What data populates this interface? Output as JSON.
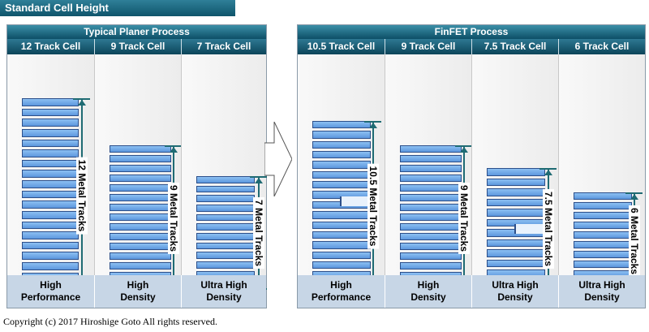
{
  "title": "Standard Cell Height",
  "planar": {
    "header": "Typical Planer Process",
    "columns": [
      {
        "name": "12 Track Cell",
        "dimension_label": "12 Metal Tracks",
        "footer_line1": "High",
        "footer_line2": "Performance"
      },
      {
        "name": "9 Track Cell",
        "dimension_label": "9 Metal Tracks",
        "footer_line1": "High",
        "footer_line2": "Density"
      },
      {
        "name": "7 Track Cell",
        "dimension_label": "7 Metal Tracks",
        "footer_line1": "Ultra High",
        "footer_line2": "Density"
      }
    ]
  },
  "finfet": {
    "header": "FinFET Process",
    "columns": [
      {
        "name": "10.5 Track Cell",
        "dimension_label": "10.5 Metal Tracks",
        "footer_line1": "High",
        "footer_line2": "Performance"
      },
      {
        "name": "9 Track Cell",
        "dimension_label": "9 Metal Tracks",
        "footer_line1": "High",
        "footer_line2": "Density"
      },
      {
        "name": "7.5 Track Cell",
        "dimension_label": "7.5 Metal Tracks",
        "footer_line1": "Ultra High",
        "footer_line2": "Density"
      },
      {
        "name": "6 Track Cell",
        "dimension_label": "6 Metal Tracks",
        "footer_line1": "Ultra High",
        "footer_line2": "Density"
      }
    ]
  },
  "copyright": "Copyright (c) 2017 Hiroshige Goto All rights reserved.",
  "colors": {
    "header": "#0d4f66",
    "track_fill": "#6fa7e6",
    "footer": "#c7d6e6",
    "dimension": "#1f6b73"
  }
}
